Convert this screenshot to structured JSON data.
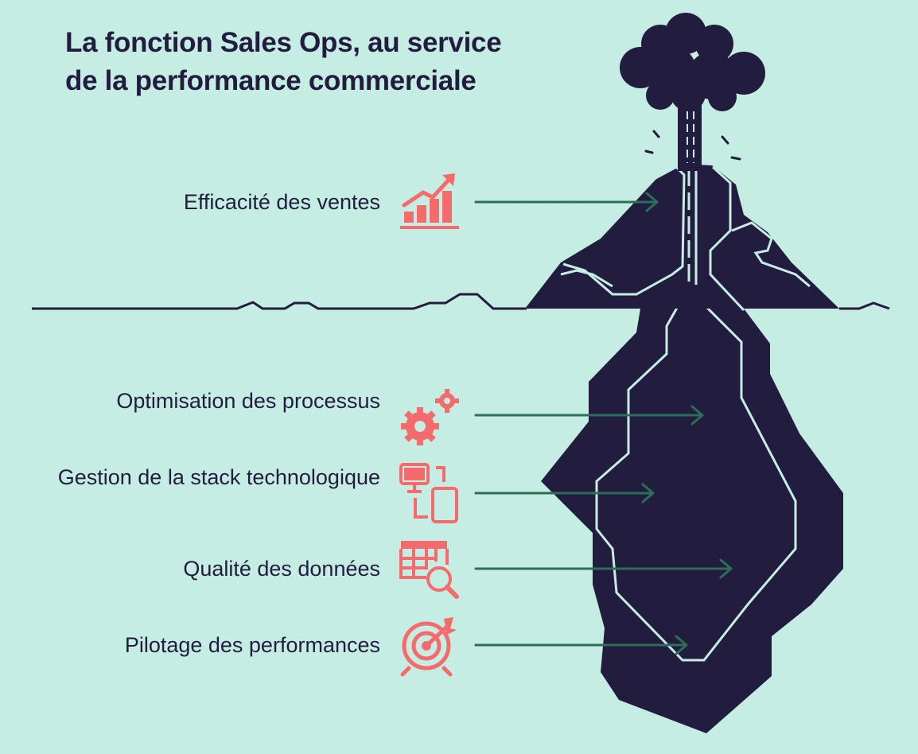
{
  "title": "La fonction Sales Ops, au service de la performance commerciale",
  "items": [
    {
      "label": "Efficacité des ventes",
      "icon": "growth-chart-icon",
      "zone": "above-water"
    },
    {
      "label": "Optimisation des processus",
      "icon": "gears-icon",
      "zone": "below-water"
    },
    {
      "label": "Gestion de la stack technologique",
      "icon": "devices-icon",
      "zone": "below-water"
    },
    {
      "label": "Qualité des données",
      "icon": "table-search-icon",
      "zone": "below-water"
    },
    {
      "label": "Pilotage des performances",
      "icon": "target-icon",
      "zone": "below-water"
    }
  ],
  "colors": {
    "background": "#c5ede3",
    "mountain": "#221d3f",
    "accent_icon": "#f56b6b",
    "arrow": "#2c6e57",
    "text": "#221d3f"
  }
}
